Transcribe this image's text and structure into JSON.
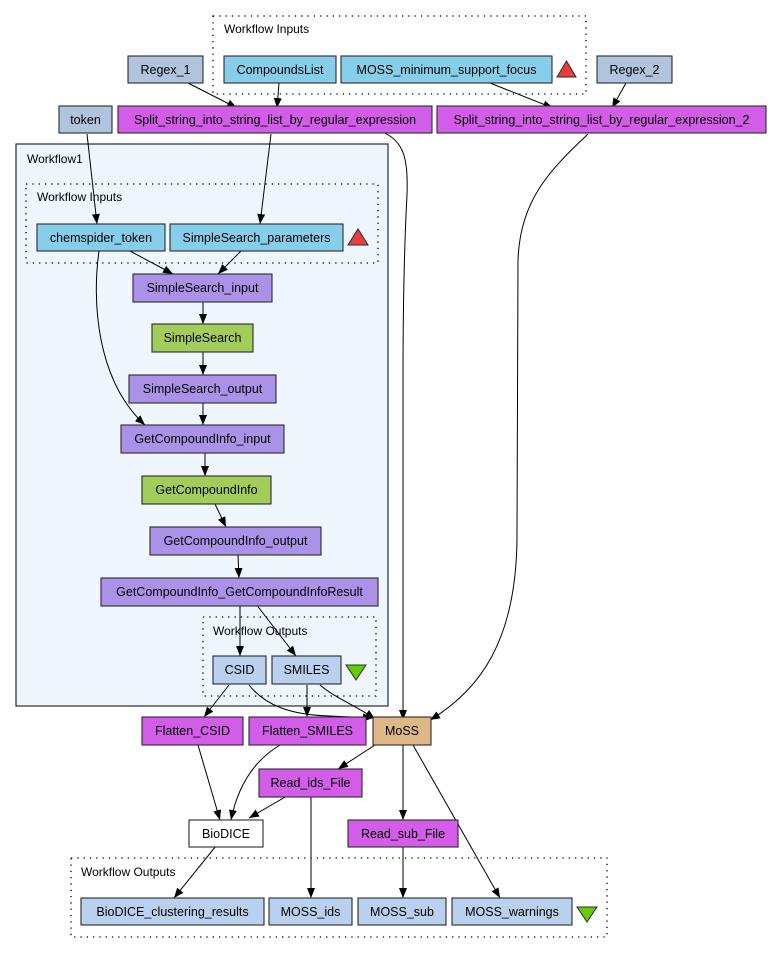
{
  "colors": {
    "regex_input": "#b0c4de",
    "workflow_input": "#87ceeb",
    "string_split": "#d25ee8",
    "xml_splitter": "#a992e8",
    "wsdl_service": "#a2cd5a",
    "workflow_output": "#b9d0ee",
    "moss_service": "#deb887",
    "biodice": "#ffffff",
    "workflow_box_fill": "#eff6fe",
    "input_port_triangle": "#ef3b3b",
    "output_port_triangle": "#66cc00"
  },
  "clusters": {
    "top_inputs": "Workflow Inputs",
    "workflow1": "Workflow1",
    "workflow1_inputs": "Workflow Inputs",
    "workflow1_outputs": "Workflow Outputs",
    "bottom_outputs": "Workflow Outputs"
  },
  "nodes": {
    "regex_1": "Regex_1",
    "compounds_list": "CompoundsList",
    "moss_min_support": "MOSS_minimum_support_focus",
    "regex_2": "Regex_2",
    "token": "token",
    "split_1": "Split_string_into_string_list_by_regular_expression",
    "split_2": "Split_string_into_string_list_by_regular_expression_2",
    "chemspider_token": "chemspider_token",
    "simplesearch_parameters": "SimpleSearch_parameters",
    "simplesearch_input": "SimpleSearch_input",
    "simplesearch": "SimpleSearch",
    "simplesearch_output": "SimpleSearch_output",
    "getcompoundinfo_input": "GetCompoundInfo_input",
    "getcompoundinfo": "GetCompoundInfo",
    "getcompoundinfo_output": "GetCompoundInfo_output",
    "getcompoundinfo_result": "GetCompoundInfo_GetCompoundInfoResult",
    "csid": "CSID",
    "smiles": "SMILES",
    "flatten_csid": "Flatten_CSID",
    "flatten_smiles": "Flatten_SMILES",
    "moss": "MoSS",
    "read_ids_file": "Read_ids_File",
    "biodice": "BioDICE",
    "read_sub_file": "Read_sub_File",
    "biodice_clustering_results": "BioDICE_clustering_results",
    "moss_ids": "MOSS_ids",
    "moss_sub": "MOSS_sub",
    "moss_warnings": "MOSS_warnings"
  }
}
